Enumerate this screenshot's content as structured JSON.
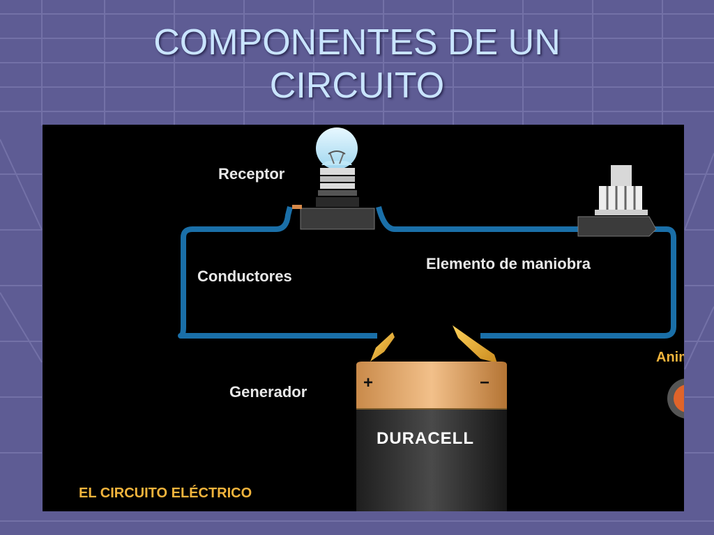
{
  "slide": {
    "title_line1": "COMPONENTES DE UN",
    "title_line2": "CIRCUITO"
  },
  "diagram": {
    "labels": {
      "receptor": "Receptor",
      "conductores": "Conductores",
      "elemento_maniobra": "Elemento de maniobra",
      "generador": "Generador"
    },
    "battery": {
      "brand": "DURACELL",
      "plus_sign": "+",
      "minus_sign": "−"
    },
    "footer": "EL CIRCUITO ELÉCTRICO",
    "anim_button_label": "Anim"
  },
  "colors": {
    "background": "#5e5c94",
    "title": "#c9e4ff",
    "wire": "#1a6fa8",
    "label": "#e8e8e8",
    "footer": "#f2b43c"
  }
}
